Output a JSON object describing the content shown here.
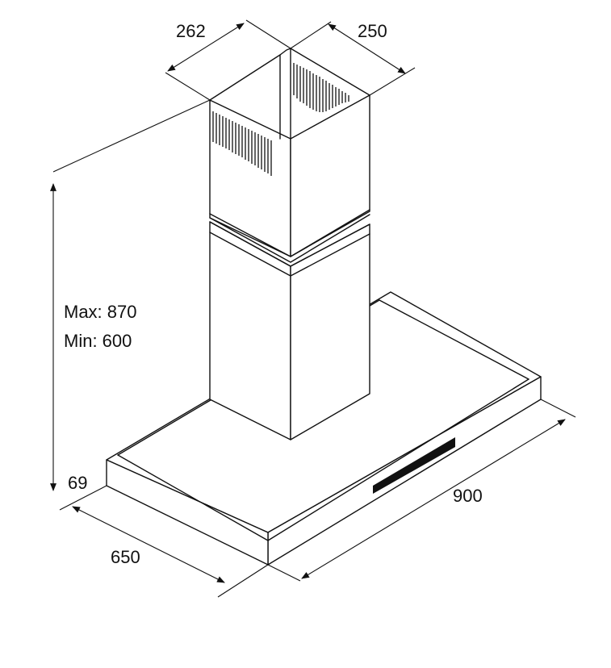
{
  "dimensions": {
    "chimney_width": "262",
    "chimney_depth": "250",
    "height_max": "Max: 870",
    "height_min": "Min: 600",
    "canopy_thickness": "69",
    "depth": "650",
    "width": "900"
  },
  "colors": {
    "line": "#111111",
    "background": "#ffffff",
    "control_strip": "#111111"
  }
}
